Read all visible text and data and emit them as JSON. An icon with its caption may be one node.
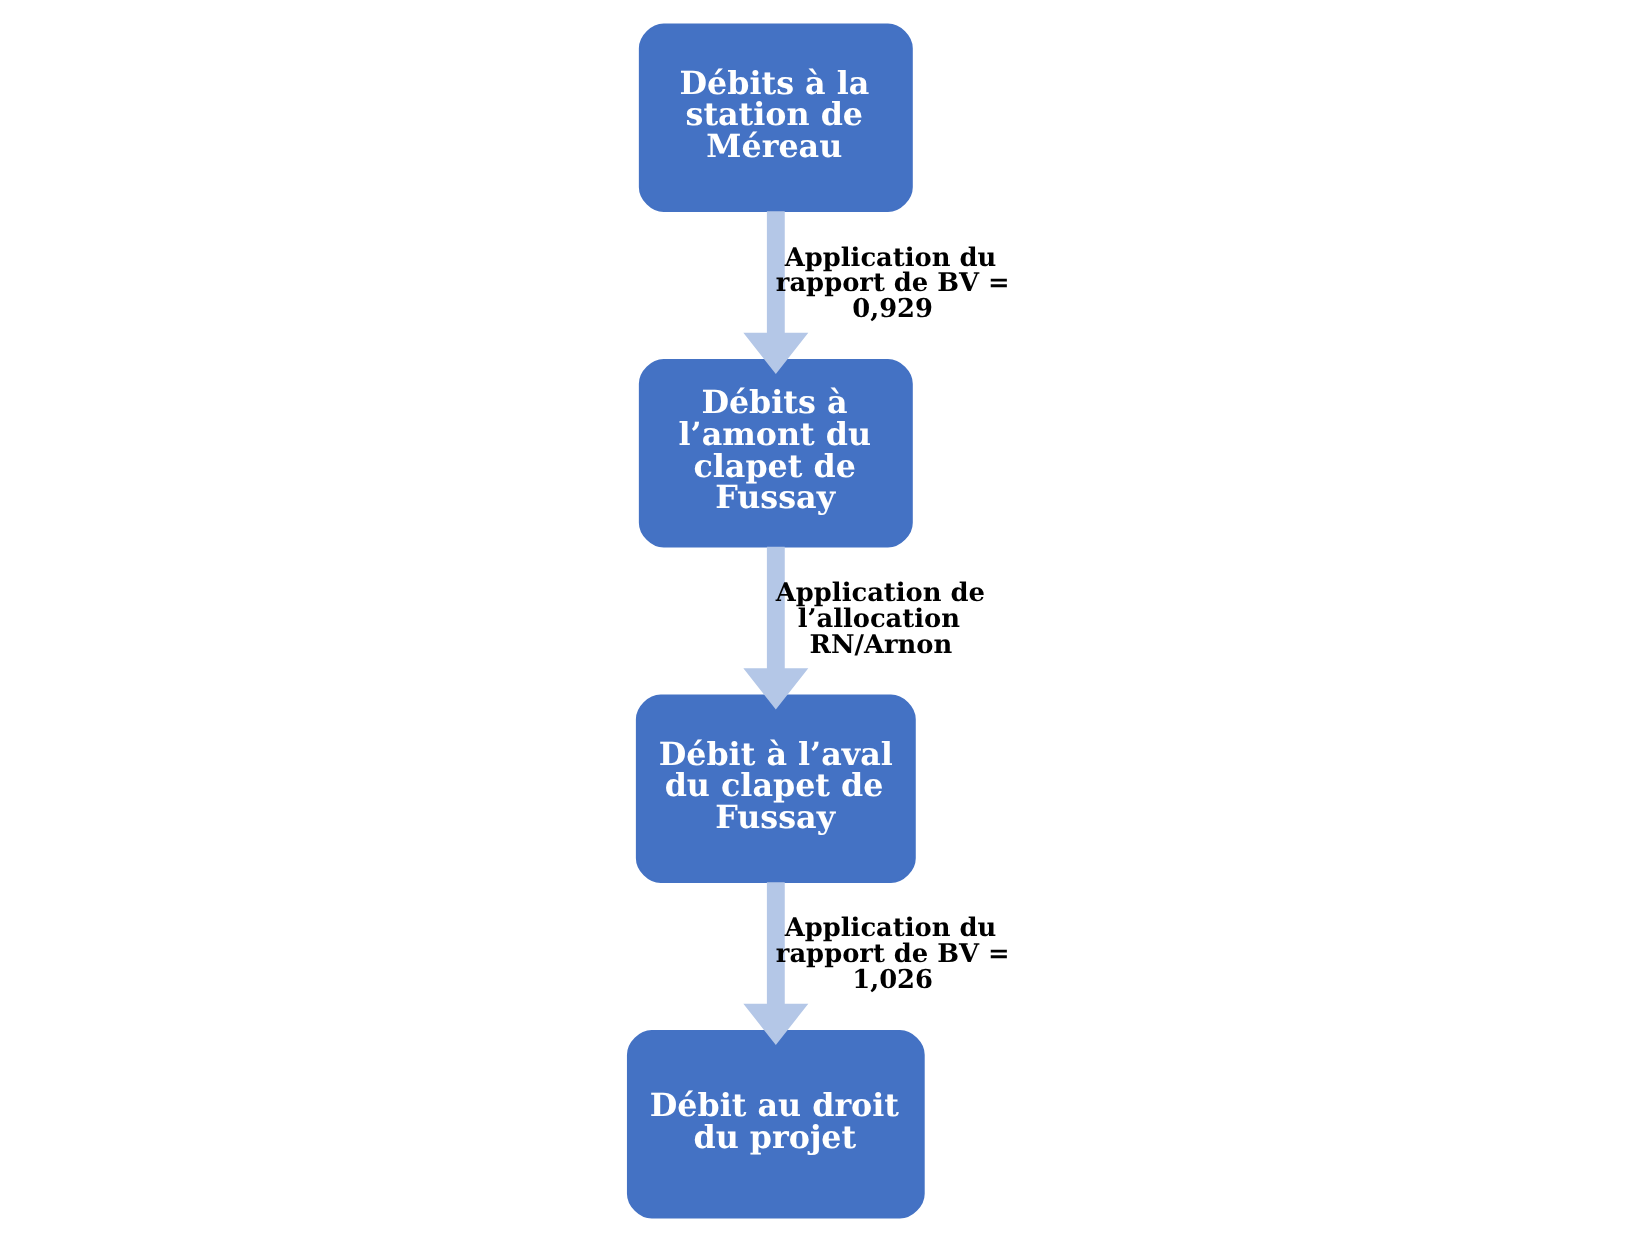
{
  "diagram": {
    "nodes": [
      {
        "text": [
          "Débits à la station de Méreau"
        ]
      },
      {
        "text": [
          "Débits à l’amont du clapet de Fussay"
        ]
      },
      {
        "text": [
          "Débit à l’aval du clapet de Fussay"
        ]
      },
      {
        "text": [
          "Débit au droit du projet"
        ]
      }
    ],
    "edges": [
      {
        "from": 0,
        "to": 1,
        "arrow": "to",
        "label": "Application du rapport de BV = 0,929"
      },
      {
        "from": 1,
        "to": 2,
        "arrow": "to",
        "label": "Application de l’allocation RN/Arnon"
      },
      {
        "from": 2,
        "to": 3,
        "arrow": "to",
        "label": "Application du rapport de BV = 1,026"
      }
    ]
  }
}
